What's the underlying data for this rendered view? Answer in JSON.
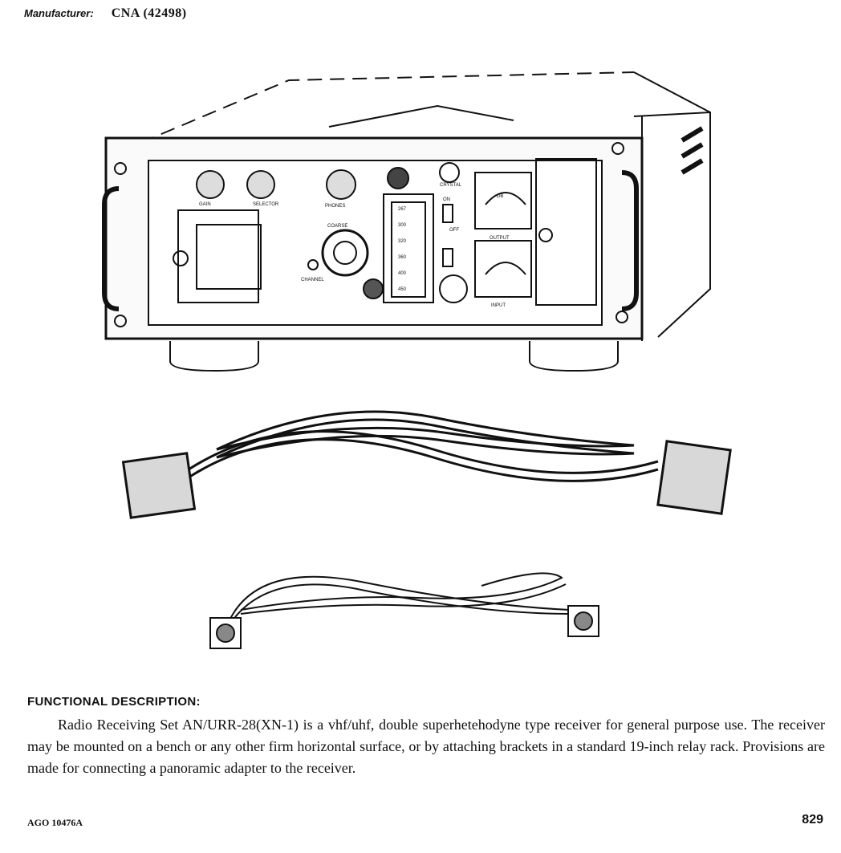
{
  "header": {
    "manufacturer_label": "Manufacturer:",
    "manufacturer_value": "CNA (42498)"
  },
  "panel_labels": {
    "gain": "GAIN",
    "selector": "SELECTOR",
    "phones": "PHONES",
    "crystal": "CRYSTAL",
    "on": "ON",
    "off": "OFF",
    "coarse": "COARSE",
    "channel": "CHANNEL",
    "db": "DB",
    "output": "OUTPUT",
    "input": "INPUT",
    "scale": [
      "267",
      "300",
      "320",
      "360",
      "400",
      "450"
    ]
  },
  "description": {
    "heading": "FUNCTIONAL DESCRIPTION:",
    "text": "Radio Receiving Set AN/URR-28(XN-1) is a vhf/uhf, double superhetehodyne type receiver for general purpose use. The receiver may be mounted on a bench or any other firm horizontal surface, or by attaching brackets in a standard 19-inch relay rack. Provisions are made for connecting a panoramic adapter to the receiver."
  },
  "footer": {
    "left": "AGO 10476A",
    "right": "829"
  }
}
